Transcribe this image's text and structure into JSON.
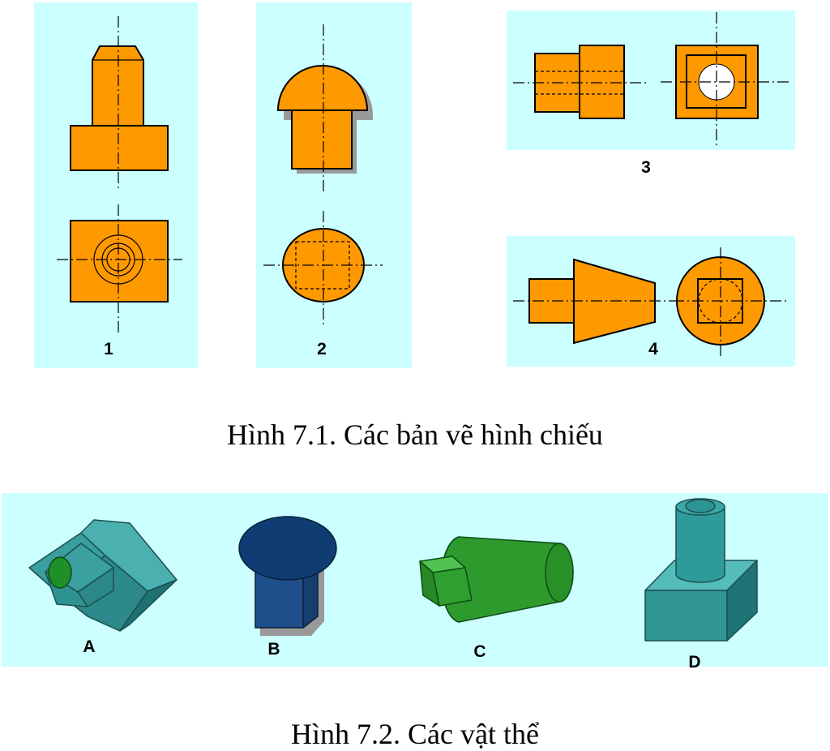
{
  "figure1": {
    "caption": "Hình 7.1. Các bản vẽ hình chiếu",
    "drawings": [
      {
        "label": "1"
      },
      {
        "label": "2"
      },
      {
        "label": "3"
      },
      {
        "label": "4"
      }
    ]
  },
  "figure2": {
    "caption": "Hình 7.2. Các vật thể",
    "objects": [
      {
        "label": "A"
      },
      {
        "label": "B"
      },
      {
        "label": "C"
      },
      {
        "label": "D"
      }
    ]
  },
  "colors": {
    "panel": "#ccffff",
    "projection_fill": "#ff9900",
    "object_teal": "#339999",
    "object_navy": "#003366",
    "object_green": "#33aa33"
  }
}
